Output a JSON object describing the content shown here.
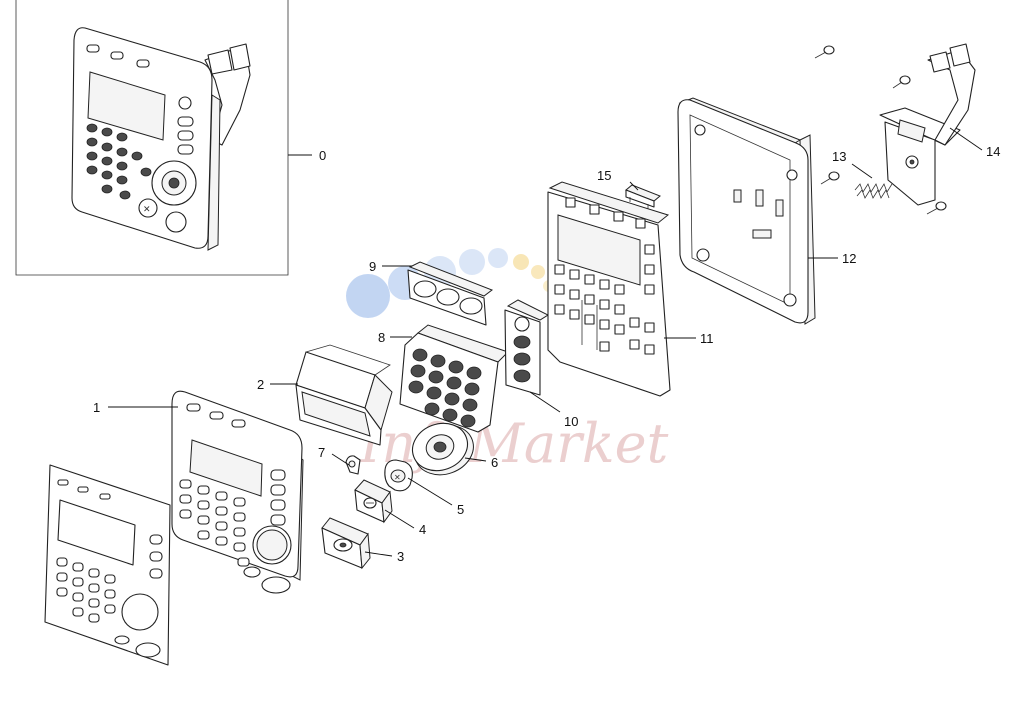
{
  "watermark": {
    "text": "InfoMarket",
    "dot_colors": [
      "#8fb2e8",
      "#b8cdf0",
      "#f3d27a",
      "#f7e2a8"
    ]
  },
  "callouts": [
    {
      "id": "0",
      "label": "0"
    },
    {
      "id": "1",
      "label": "1"
    },
    {
      "id": "2",
      "label": "2"
    },
    {
      "id": "3",
      "label": "3"
    },
    {
      "id": "4",
      "label": "4"
    },
    {
      "id": "5",
      "label": "5"
    },
    {
      "id": "6",
      "label": "6"
    },
    {
      "id": "7",
      "label": "7"
    },
    {
      "id": "8",
      "label": "8"
    },
    {
      "id": "9",
      "label": "9"
    },
    {
      "id": "10",
      "label": "10"
    },
    {
      "id": "11",
      "label": "11"
    },
    {
      "id": "12",
      "label": "12"
    },
    {
      "id": "13",
      "label": "13"
    },
    {
      "id": "14",
      "label": "14"
    },
    {
      "id": "15",
      "label": "15"
    }
  ]
}
